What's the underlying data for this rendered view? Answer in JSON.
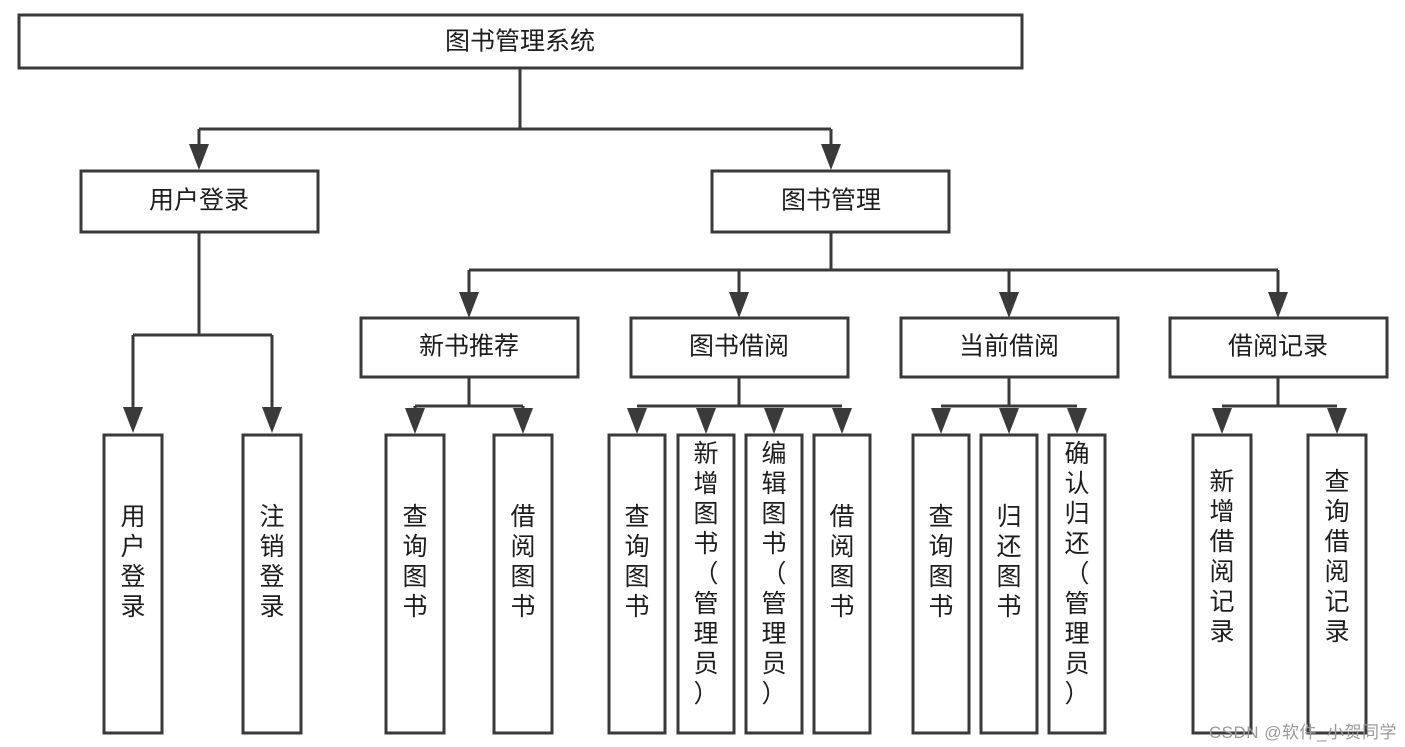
{
  "diagram": {
    "type": "tree-hierarchy-flowchart",
    "title": "图书管理系统",
    "orientation": "top-down",
    "watermark": "CSDN @软件_小贺同学",
    "colors": {
      "stroke": "#3a3a3a",
      "fill": "#ffffff",
      "text": "#1d1d1d",
      "watermark": "#9a9a9a"
    },
    "nodes": {
      "root": {
        "label": "图书管理系统",
        "level": 0,
        "text_orientation": "horizontal"
      },
      "level1": [
        {
          "id": "user-login",
          "label": "用户登录",
          "text_orientation": "horizontal"
        },
        {
          "id": "book-manage",
          "label": "图书管理",
          "text_orientation": "horizontal"
        }
      ],
      "level2": [
        {
          "id": "new-book-recommend",
          "label": "新书推荐",
          "parent": "book-manage",
          "text_orientation": "horizontal"
        },
        {
          "id": "book-borrow",
          "label": "图书借阅",
          "parent": "book-manage",
          "text_orientation": "horizontal"
        },
        {
          "id": "current-borrow",
          "label": "当前借阅",
          "parent": "book-manage",
          "text_orientation": "horizontal"
        },
        {
          "id": "borrow-record",
          "label": "借阅记录",
          "parent": "book-manage",
          "text_orientation": "horizontal"
        }
      ],
      "leaves": [
        {
          "id": "leaf-user-login",
          "label": "用户登录",
          "parent": "user-login",
          "text_orientation": "vertical"
        },
        {
          "id": "leaf-user-logout",
          "label": "注销登录",
          "parent": "user-login",
          "text_orientation": "vertical"
        },
        {
          "id": "leaf-query-book-1",
          "label": "查询图书",
          "parent": "new-book-recommend",
          "text_orientation": "vertical"
        },
        {
          "id": "leaf-borrow-book-1",
          "label": "借阅图书",
          "parent": "new-book-recommend",
          "text_orientation": "vertical"
        },
        {
          "id": "leaf-query-book-2",
          "label": "查询图书",
          "parent": "book-borrow",
          "text_orientation": "vertical"
        },
        {
          "id": "leaf-add-book",
          "label": "新增图书（管理员）",
          "parent": "book-borrow",
          "text_orientation": "vertical"
        },
        {
          "id": "leaf-edit-book",
          "label": "编辑图书（管理员）",
          "parent": "book-borrow",
          "text_orientation": "vertical"
        },
        {
          "id": "leaf-borrow-book-2",
          "label": "借阅图书",
          "parent": "book-borrow",
          "text_orientation": "vertical"
        },
        {
          "id": "leaf-query-book-3",
          "label": "查询图书",
          "parent": "current-borrow",
          "text_orientation": "vertical"
        },
        {
          "id": "leaf-return-book",
          "label": "归还图书",
          "parent": "current-borrow",
          "text_orientation": "vertical"
        },
        {
          "id": "leaf-confirm-return",
          "label": "确认归还（管理员）",
          "parent": "current-borrow",
          "text_orientation": "vertical"
        },
        {
          "id": "leaf-add-record",
          "label": "新增借阅记录",
          "parent": "borrow-record",
          "text_orientation": "vertical"
        },
        {
          "id": "leaf-query-record",
          "label": "查询借阅记录",
          "parent": "borrow-record",
          "text_orientation": "vertical"
        }
      ]
    }
  }
}
